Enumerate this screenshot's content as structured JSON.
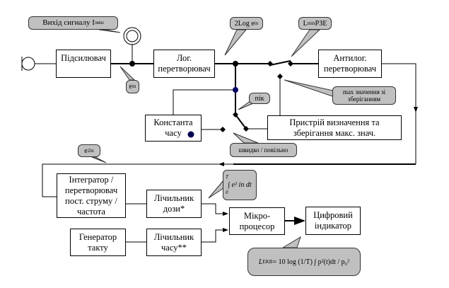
{
  "blocks": {
    "amplifier": "Підсилювач",
    "log_converter": "Лог.\nперетворювач",
    "antilog_converter": "Антилог.\nперетворювач",
    "time_constant": "Константа\nчасу",
    "peak_device": "Пристрій визначення та\nзберігання макс. знач.",
    "integrator": "Інтегратор /\nперетворювач\nпост. струму /\nчастота",
    "dose_counter": "Лічильник\nдози*",
    "clock_generator": "Генератор\nтакту",
    "time_counter": "Лічильник\nчасу**",
    "microprocessor": "Мікро-\nпроцесор",
    "digital_indicator": "Цифровий\nіндикатор"
  },
  "callouts": {
    "signal_output": "Вихід  сигналу I",
    "signal_output_sub": "змін",
    "e_in": "e",
    "e_in_sub": "in",
    "two_log": "2Log e",
    "two_log_sub": "in",
    "lmin": "L",
    "lmin_sub": "min",
    "lmin_rest": " РЗЕ",
    "max_hold": "max значення зі\nзберіганням",
    "peak": "пік",
    "fast_slow": "швидко / повільно",
    "e2in": "e",
    "e2in_sup": "2",
    "e2in_sub": "in",
    "integral": "∫ e² in dt",
    "integral_limits_top": "T",
    "integral_limits_bottom": "0",
    "formula": "L",
    "formula_sub": "EKB",
    "formula_rest": " = 10 log (1/T) ∫ p²(t)dt / p₀²"
  }
}
